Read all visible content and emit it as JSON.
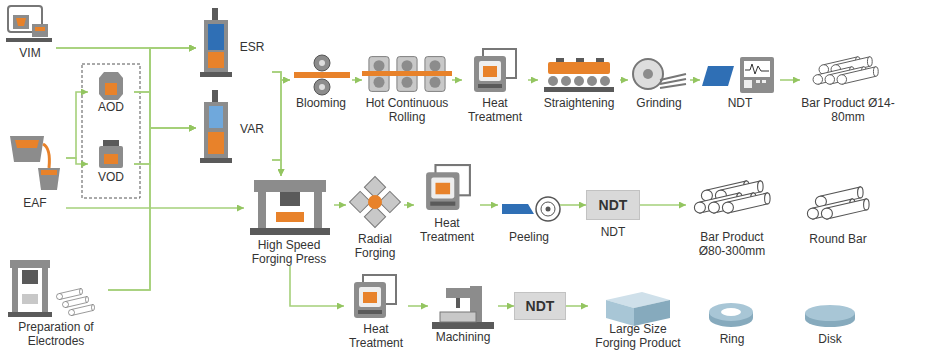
{
  "diagram": {
    "nodes": [
      {
        "text": [
          "VIM"
        ]
      },
      {
        "text": [
          "AOD"
        ]
      },
      {
        "text": [
          "VOD"
        ]
      },
      {
        "text": [
          "EAF"
        ]
      },
      {
        "text": [
          "Preparation of Electrodes"
        ]
      },
      {
        "text": [
          "ESR"
        ]
      },
      {
        "text": [
          "VAR"
        ]
      },
      {
        "text": [
          "Blooming"
        ]
      },
      {
        "text": [
          "Hot Continuous Rolling"
        ]
      },
      {
        "text": [
          "Heat Treatment"
        ]
      },
      {
        "text": [
          "Straightening"
        ]
      },
      {
        "text": [
          "Grinding"
        ]
      },
      {
        "text": [
          "NDT"
        ]
      },
      {
        "text": [
          "Bar Product Ø14-80mm"
        ]
      },
      {
        "text": [
          "High Speed Forging Press"
        ]
      },
      {
        "text": [
          "Radial Forging"
        ]
      },
      {
        "text": [
          "Heat Treatment"
        ]
      },
      {
        "text": [
          "Peeling"
        ]
      },
      {
        "text": [
          "NDT",
          "NDT"
        ]
      },
      {
        "text": [
          "Bar Product Ø80-300mm"
        ]
      },
      {
        "text": [
          "Round Bar"
        ]
      },
      {
        "text": [
          "Heat Treatment"
        ]
      },
      {
        "text": [
          "Machining"
        ]
      },
      {
        "text": [
          "NDT"
        ]
      },
      {
        "text": [
          "Large Size Forging Product"
        ]
      },
      {
        "text": [
          "Ring"
        ]
      },
      {
        "text": [
          "Disk"
        ]
      }
    ],
    "edges": [
      {
        "from": 0,
        "to": 5,
        "arrow": "to"
      },
      {
        "from": 0,
        "to": 6,
        "arrow": "to"
      },
      {
        "from": 3,
        "to": 1,
        "arrow": "to"
      },
      {
        "from": 3,
        "to": 2,
        "arrow": "to"
      },
      {
        "from": 1,
        "to": 5,
        "arrow": "to"
      },
      {
        "from": 1,
        "to": 6,
        "arrow": "to"
      },
      {
        "from": 2,
        "to": 5,
        "arrow": "to"
      },
      {
        "from": 2,
        "to": 6,
        "arrow": "to"
      },
      {
        "from": 3,
        "to": 14,
        "arrow": "to"
      },
      {
        "from": 4,
        "to": 5,
        "arrow": "to"
      },
      {
        "from": 4,
        "to": 6,
        "arrow": "to"
      },
      {
        "from": 5,
        "to": 7,
        "arrow": "to"
      },
      {
        "from": 6,
        "to": 7,
        "arrow": "to"
      },
      {
        "from": 5,
        "to": 14,
        "arrow": "to"
      },
      {
        "from": 6,
        "to": 14,
        "arrow": "to"
      },
      {
        "from": 7,
        "to": 8,
        "arrow": "to"
      },
      {
        "from": 8,
        "to": 9,
        "arrow": "to"
      },
      {
        "from": 9,
        "to": 10,
        "arrow": "to"
      },
      {
        "from": 10,
        "to": 11,
        "arrow": "to"
      },
      {
        "from": 11,
        "to": 12,
        "arrow": "to"
      },
      {
        "from": 12,
        "to": 13,
        "arrow": "to"
      },
      {
        "from": 14,
        "to": 15,
        "arrow": "to"
      },
      {
        "from": 14,
        "to": 21,
        "arrow": "to"
      },
      {
        "from": 15,
        "to": 16,
        "arrow": "to"
      },
      {
        "from": 16,
        "to": 17,
        "arrow": "to"
      },
      {
        "from": 17,
        "to": 18,
        "arrow": "to"
      },
      {
        "from": 18,
        "to": 19,
        "arrow": "to"
      },
      {
        "from": 21,
        "to": 22,
        "arrow": "to"
      },
      {
        "from": 22,
        "to": 23,
        "arrow": "to"
      },
      {
        "from": 23,
        "to": 24,
        "arrow": "to"
      }
    ]
  }
}
